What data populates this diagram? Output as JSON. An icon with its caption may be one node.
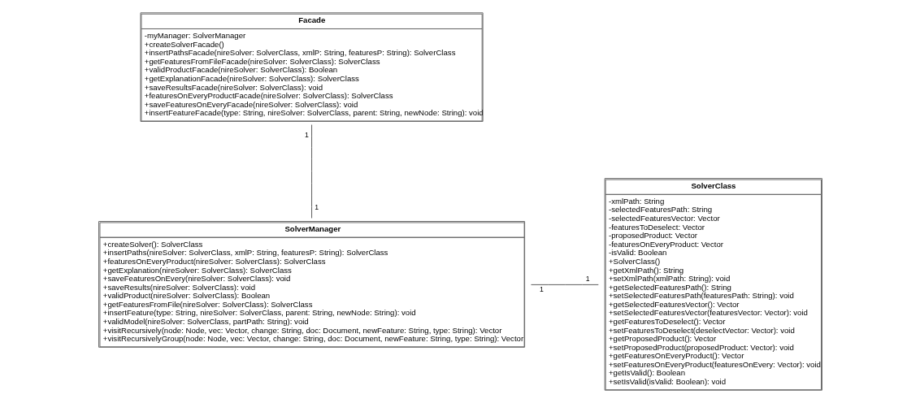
{
  "diagram": {
    "nodes": [
      {
        "text": [
          "Facade",
          "-myManager: SolverManager",
          "+createSolverFacade()",
          "+insertPathsFacade(nireSolver: SolverClass, xmlP: String, featuresP: String): SolverClass",
          "+getFeaturesFromFileFacade(nireSolver: SolverClass): SolverClass",
          "+validProductFacade(nireSolver: SolverClass): Boolean",
          "+getExplanationFacade(nireSolver: SolverClass): SolverClass",
          "+saveResultsFacade(nireSolver: SolverClass): void",
          "+featuresOnEveryProductFacade(nireSolver: SolverClass): SolverClass",
          "+saveFeaturesOnEveryFacade(nireSolver: SolverClass): void",
          "+insertFeatureFacade(type: String, nireSolver: SolverClass, parent: String, newNode: String): void"
        ]
      },
      {
        "text": [
          "SolverManager",
          "+createSolver(): SolverClass",
          "+insertPaths(nireSolver: SolverClass, xmlP: String, featuresP: String): SolverClass",
          "+featuresOnEveryProduct(nireSolver: SolverClass): SolverClass",
          "+getExplanation(nireSolver: SolverClass): SolverClass",
          "+saveFeaturesOnEvery(nireSolver: SolverClass): void",
          "+saveResults(nireSolver: SolverClass): void",
          "+validProduct(nireSolver: SolverClass): Boolean",
          "+getFeaturesFromFile(nireSolver: SolverClass): SolverClass",
          "+insertFeature(type: String, nireSolver: SolverClass, parent: String, newNode: String): void",
          "+validModel(nireSolver: SolverClass, partPath: String): void",
          "+visitRecursively(node: Node, vec: Vector, change: String, doc: Document, newFeature: String, type: String): Vector",
          "+visitRecursivelyGroup(node: Node, vec: Vector, change: String, doc: Document, newFeature: String, type: String): Vector"
        ]
      },
      {
        "text": [
          "SolverClass",
          "-xmlPath: String",
          "-selectedFeaturesPath: String",
          "-selectedFeaturesVector: Vector",
          "-featuresToDeselect: Vector",
          "-proposedProduct: Vector",
          "-featuresOnEveryProduct: Vector",
          "-isValid: Boolean",
          "+SolverClass()",
          "+getXmlPath(): String",
          "+setXmlPath(xmlPath: String): void",
          "+getSelectedFeaturesPath(): String",
          "+setSelectedFeaturesPath(featuresPath: String): void",
          "+getSelectedFeaturesVector(): Vector",
          "+setSelectedFeaturesVector(featuresVector: Vector): void",
          "+getFeaturesToDeselect(): Vector",
          "+setFeaturesToDeselect(deselectVector: Vector): void",
          "+getProposedProduct(): Vector",
          "+setProposedProduct(proposedProduct: Vector): void",
          "+getFeaturesOnEveryProduct(): Vector",
          "+setFeaturesOnEveryProduct(featuresOnEvery: Vector): void",
          "+getIsValid(): Boolean",
          "+setIsValid(isValid: Boolean): void"
        ]
      }
    ],
    "edges": [
      {
        "from": 0,
        "to": 1,
        "arrow": "none"
      },
      {
        "from": 1,
        "to": 2,
        "arrow": "none"
      }
    ],
    "labels": [
      "1",
      "1",
      "1",
      "1"
    ]
  }
}
